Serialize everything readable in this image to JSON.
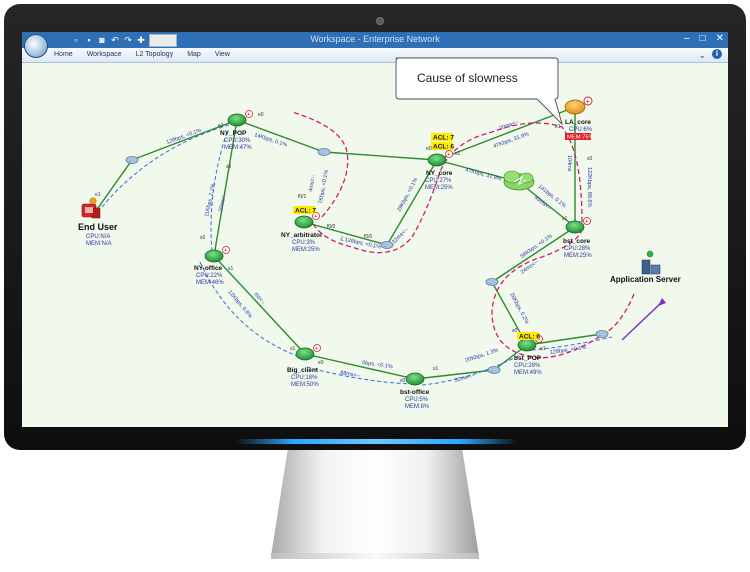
{
  "window": {
    "title": "Workspace - Enterprise Network",
    "menu": [
      "Home",
      "Workspace",
      "L2 Topology",
      "Map",
      "View"
    ]
  },
  "callout": {
    "text": "Cause of slowness"
  },
  "nodes": {
    "end_user": {
      "name": "End User",
      "cpu": "CPU:N/A",
      "mem": "MEM:N/A"
    },
    "ny_pop": {
      "name": "NY_POP",
      "cpu": "CPU:30%",
      "mem": "MEM:47%"
    },
    "ny_office": {
      "name": "NY-office",
      "cpu": "CPU:22%",
      "mem": "MEM:46%"
    },
    "ny_arbitrator": {
      "name": "NY_arbitrator",
      "cpu": "CPU:3%",
      "mem": "MEM:25%",
      "acl": "ACL: 7"
    },
    "ny_core": {
      "name": "NY_core",
      "cpu": "CPU:27%",
      "mem": "MEM:25%",
      "acl1": "ACL: 7",
      "acl2": "ACL: 6"
    },
    "la_core": {
      "name": "LA_core",
      "cpu": "CPU:6%",
      "mem": "MEM:75%"
    },
    "bst_core": {
      "name": "bst_core",
      "cpu": "CPU:28%",
      "mem": "MEM:25%"
    },
    "app_server": {
      "name": "Application Server"
    },
    "bst_pop": {
      "name": "bst_POP",
      "cpu": "CPU:28%",
      "mem": "MEM:49%",
      "acl": "ACL: 6"
    },
    "bst_office": {
      "name": "bst-office",
      "cpu": "CPU:5%",
      "mem": "MEM:8%"
    },
    "big_client": {
      "name": "Big_client",
      "cpu": "CPU:18%",
      "mem": "MEM:50%"
    }
  },
  "link_labels": {
    "eu_pop": "128bps, <0.1%",
    "pop_core": "14Kbps, 0.1%",
    "pop_office": "11Kbps, 2.7%",
    "pop_office_ms": "20ms<--",
    "pop_arb_ms": "4ms<--",
    "pop_arb": "7Kbps, <0.1%",
    "office_client": "12Kbps, 0.8%",
    "office_client_ms": "ms<--",
    "arb_core": "1.126bps, <0.1%",
    "arb_core_ms": "32ms<--",
    "core_bstcore": "29Kbps, <0.1%",
    "core_la": "47Kbps, 31.9%",
    "core_la_ms": "20ms<--",
    "core_cloud": "47Kbps, 31.9%",
    "cloud_bst": "141bps, 0.1%",
    "cloud_bst_ms": "40ms<--",
    "la_bst": "122Kbps, 88.6%",
    "la_bst_ms": "104ms",
    "bstcore_pop": "96Kbps, <0.1%",
    "bstcore_pop_ms": "24ms<--",
    "bstpop_dn": "20Kbps, 0.2%",
    "office_pop": "20Kbps, 1.3%",
    "office_pop_ms": "32ms<--",
    "client_office": "0bps, <0.1%",
    "client_office_ms": "88ms<--",
    "pop_app": "128bps, <0.1%"
  },
  "ports": {
    "e0": "e0",
    "e1": "e1",
    "s0": "s0",
    "s1": "s1",
    "f00": "f0/0",
    "f01": "f0/1"
  },
  "colors": {
    "link": "#2e8b2e",
    "path_red": "#d21a7a",
    "path_blue": "#3a6fd8",
    "acl": "#ffea00",
    "mem_alert": "#e01f1f",
    "router": "#1c9a2f",
    "titlebar": "#2f6fb5",
    "canvas": "#f1f8ec"
  },
  "icons": [
    "router-icon",
    "switch-icon",
    "cloud-icon",
    "end-user-icon",
    "server-icon",
    "alert-icon"
  ]
}
